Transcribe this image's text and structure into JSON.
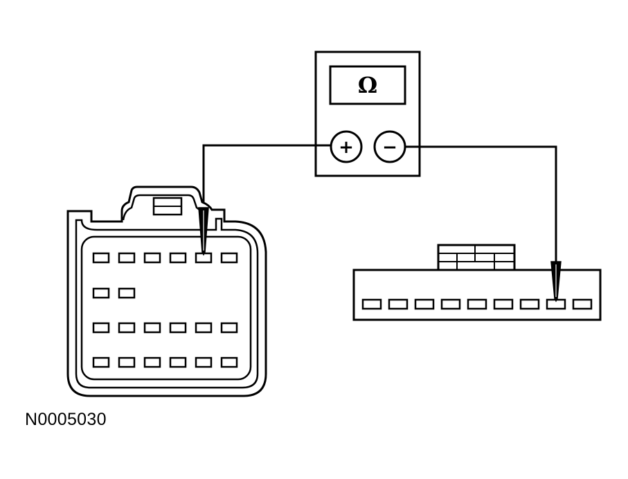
{
  "meter": {
    "display_symbol": "Ω",
    "positive_label": "+",
    "negative_label": "−"
  },
  "figure_id": "N0005030",
  "left_connector": {
    "rows": [
      {
        "pins": 6
      },
      {
        "pins": 2
      },
      {
        "pins": 6
      },
      {
        "pins": 6
      }
    ],
    "probed_pin": {
      "row": 1,
      "pin": 5
    }
  },
  "right_connector": {
    "rows": [
      {
        "pins": 9
      }
    ],
    "probed_pin": {
      "row": 1,
      "pin": 8
    }
  },
  "colors": {
    "stroke": "#000000",
    "background": "#ffffff"
  }
}
